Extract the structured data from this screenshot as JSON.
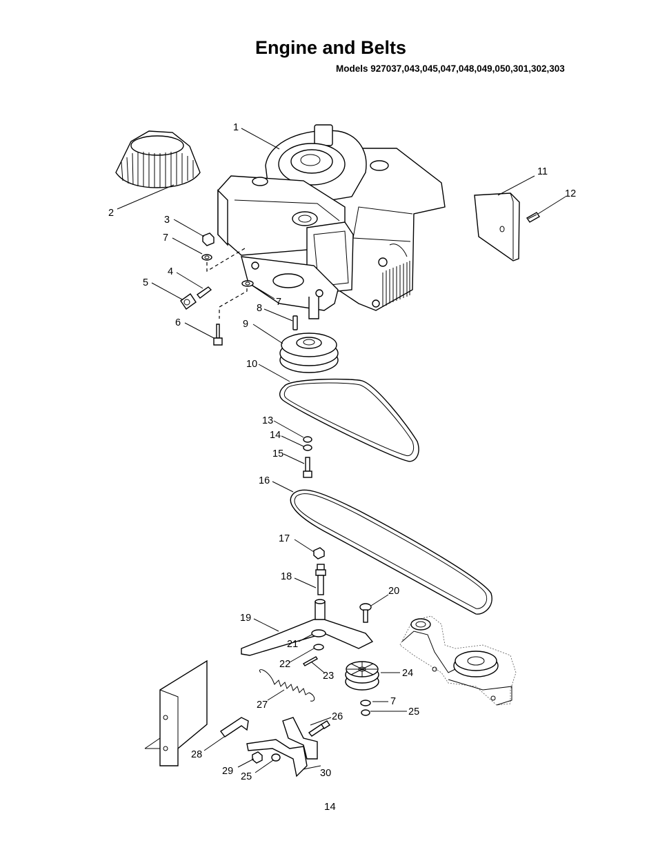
{
  "header": {
    "title": "Engine and Belts",
    "subtitle": "Models  927037,043,045,047,048,049,050,301,302,303"
  },
  "callouts": {
    "c1": "1",
    "c2": "2",
    "c3": "3",
    "c4": "4",
    "c5": "5",
    "c6": "6",
    "c7a": "7",
    "c7b": "7",
    "c7c": "7",
    "c8": "8",
    "c9": "9",
    "c10": "10",
    "c11": "11",
    "c12": "12",
    "c13": "13",
    "c14": "14",
    "c15": "15",
    "c16": "16",
    "c17": "17",
    "c18": "18",
    "c19": "19",
    "c20": "20",
    "c21": "21",
    "c22": "22",
    "c23": "23",
    "c24": "24",
    "c25a": "25",
    "c25b": "25",
    "c26": "26",
    "c27": "27",
    "c28": "28",
    "c29": "29",
    "c30": "30"
  },
  "footer": {
    "page_number": "14"
  }
}
